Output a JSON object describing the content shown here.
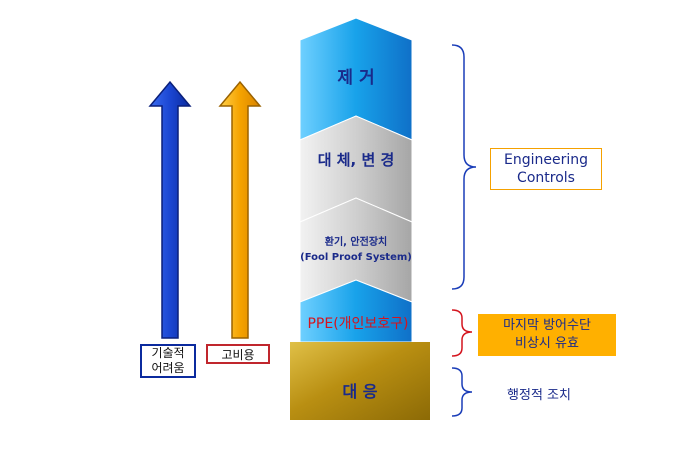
{
  "arrows": {
    "difficulty_label": "기술적\n어려움",
    "cost_label": "고비용"
  },
  "tiers": {
    "elimination": "제    거",
    "substitution": "대 체,  변 경",
    "ventilation_line1": "환기,  안전장치",
    "ventilation_line2": "(Fool Proof System)",
    "ppe": "PPE(개인보호구)",
    "response": "대    응"
  },
  "groups": {
    "engineering": "Engineering\nControls",
    "last_defense": "마지막  방어수단\n비상시  유효",
    "administrative": "행정적  조치"
  },
  "colors": {
    "blue_arrow": "#1a4fd6",
    "orange_arrow": "#f5a100",
    "top_tier": "#1aa6e8",
    "grey_tier": "#c8c8c8",
    "base": "#c39a14",
    "navy_text": "#1a2a8a",
    "ppe_text": "#d4141e"
  }
}
